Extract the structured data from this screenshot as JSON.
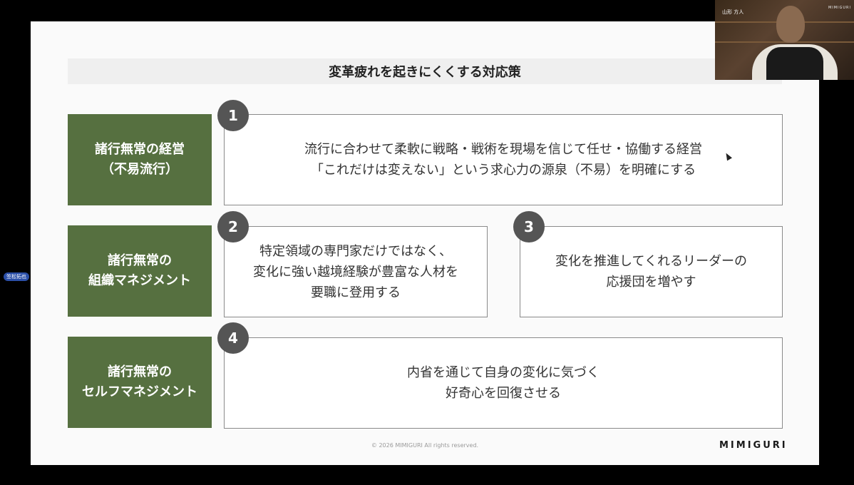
{
  "slide": {
    "title": "変革疲れを起きにくくする対応策",
    "rows": [
      {
        "label_lines": [
          "諸行無常の経営",
          "（不易流行）"
        ],
        "items": [
          {
            "number": "1",
            "lines": [
              "流行に合わせて柔軟に戦略・戦術を現場を信じて任せ・協働する経営",
              "「これだけは変えない」という求心力の源泉（不易）を明確にする"
            ]
          }
        ]
      },
      {
        "label_lines": [
          "諸行無常の",
          "組織マネジメント"
        ],
        "items": [
          {
            "number": "2",
            "lines": [
              "特定領域の専門家だけではなく、",
              "変化に強い越境経験が豊富な人材を",
              "要職に登用する"
            ]
          },
          {
            "number": "3",
            "lines": [
              "変化を推進してくれるリーダーの",
              "応援団を増やす"
            ]
          }
        ]
      },
      {
        "label_lines": [
          "諸行無常の",
          "セルフマネジメント"
        ],
        "items": [
          {
            "number": "4",
            "lines": [
              "内省を通じて自身の変化に気づく",
              "好奇心を回復させる"
            ]
          }
        ]
      }
    ],
    "copyright": "© 2026 MIMIGURI All rights reserved.",
    "logo": "MIMIGURI"
  },
  "participant_badge": "笠松拓也",
  "video": {
    "name": "山形 方人",
    "brand": "MIMIGURI"
  }
}
